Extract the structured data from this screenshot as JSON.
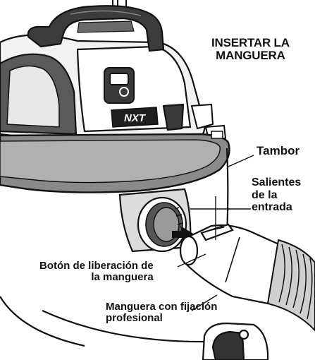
{
  "title": {
    "line1": "INSERTAR LA",
    "line2": "MANGUERA"
  },
  "labels": {
    "drum": "Tambor",
    "inlet_lugs": {
      "line1": "Salientes",
      "line2": "de la",
      "line3": "entrada"
    },
    "release_button": {
      "line1": "Botón de liberación de",
      "line2": "la manguera"
    },
    "pro_hose": {
      "line1": "Manguera con fijación",
      "line2": "profesional"
    }
  },
  "brand_mark": "NXT"
}
